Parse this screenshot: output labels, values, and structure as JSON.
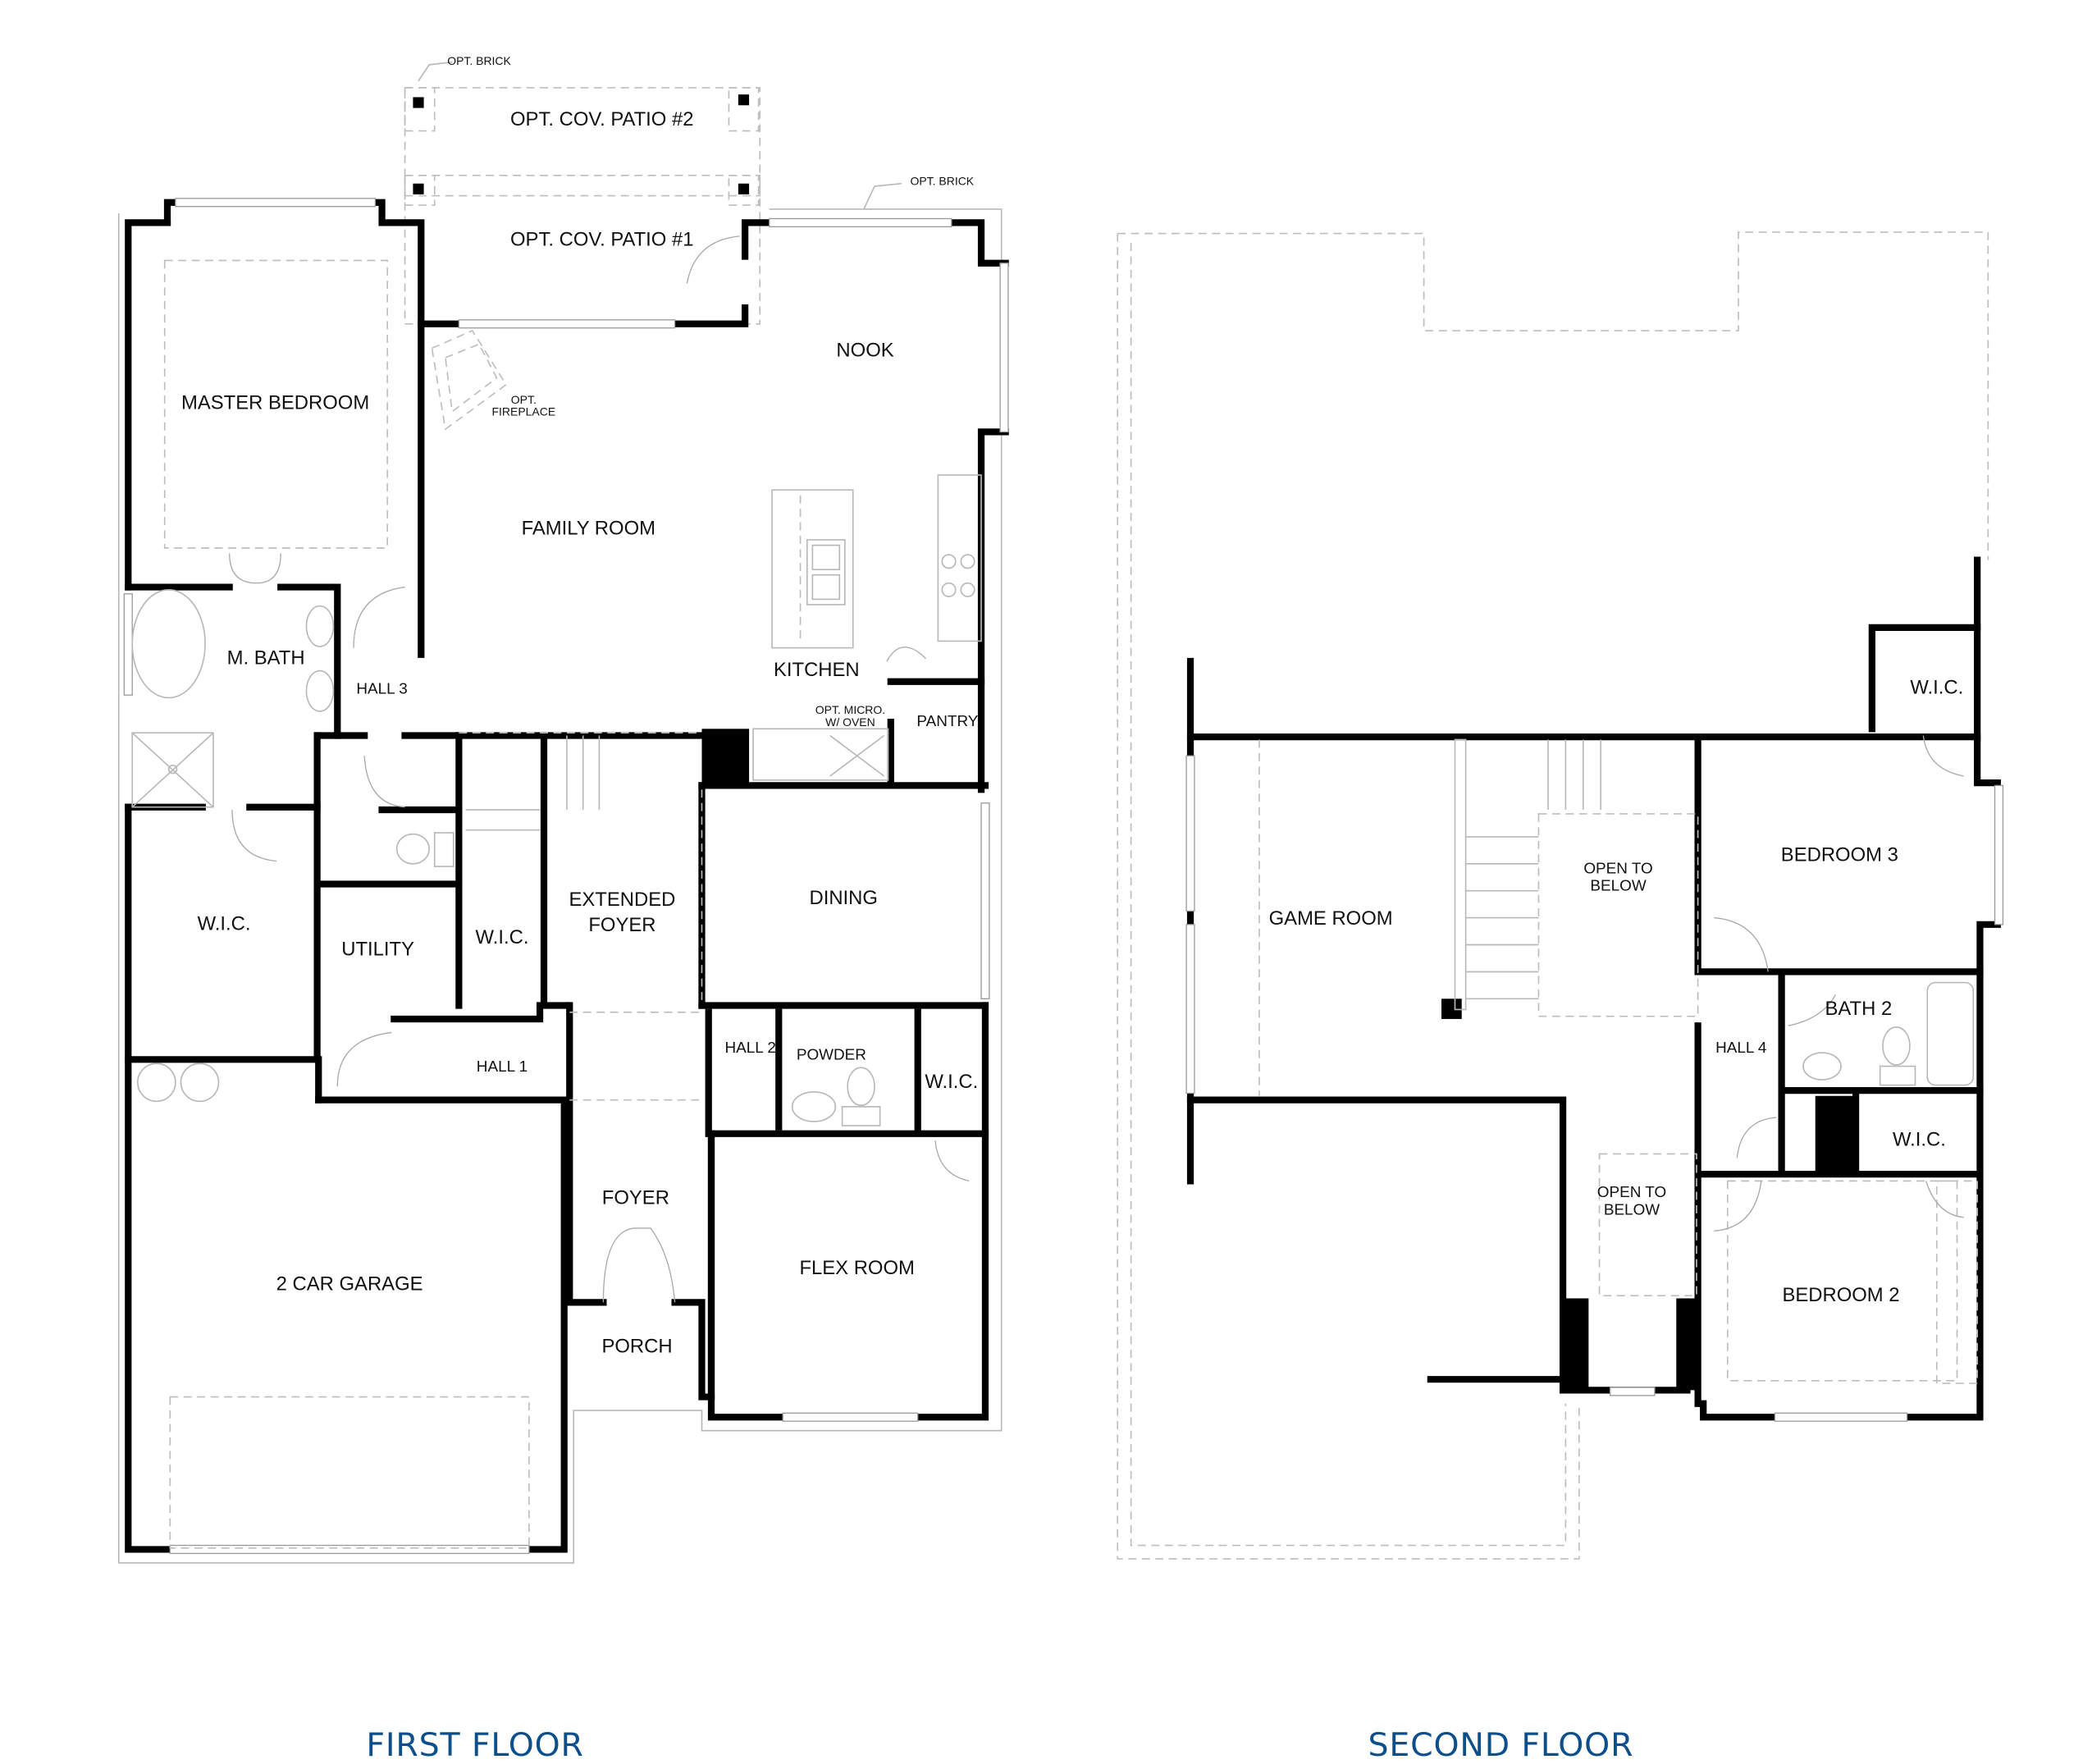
{
  "first_floor": {
    "title": "FIRST FLOOR",
    "rooms": {
      "opt_cov_patio_2": "OPT. COV. PATIO #2",
      "opt_cov_patio_1": "OPT. COV. PATIO #1",
      "opt_brick_left": "OPT. BRICK",
      "opt_brick_right": "OPT. BRICK",
      "master_bedroom": "MASTER BEDROOM",
      "opt_fireplace_1": "OPT.",
      "opt_fireplace_2": "FIREPLACE",
      "family_room": "FAMILY ROOM",
      "nook": "NOOK",
      "kitchen": "KITCHEN",
      "opt_micro_1": "OPT. MICRO.",
      "opt_micro_2": "W/ OVEN",
      "pantry": "PANTRY",
      "m_bath": "M. BATH",
      "hall_3": "HALL 3",
      "wic_master": "W.I.C.",
      "utility": "UTILITY",
      "wic_stair": "W.I.C.",
      "extended_foyer_1": "EXTENDED",
      "extended_foyer_2": "FOYER",
      "dining": "DINING",
      "hall_1": "HALL 1",
      "hall_2": "HALL 2",
      "powder": "POWDER",
      "wic_flex": "W.I.C.",
      "foyer": "FOYER",
      "two_car_garage": "2 CAR GARAGE",
      "flex_room": "FLEX ROOM",
      "porch": "PORCH"
    }
  },
  "second_floor": {
    "title": "SECOND FLOOR",
    "rooms": {
      "game_room": "GAME ROOM",
      "open_to_below_upper_1": "OPEN TO",
      "open_to_below_upper_2": "BELOW",
      "open_to_below_lower_1": "OPEN TO",
      "open_to_below_lower_2": "BELOW",
      "wic_bed3": "W.I.C.",
      "bedroom_3": "BEDROOM 3",
      "bath_2": "BATH 2",
      "hall_4": "HALL 4",
      "wic_bed2": "W.I.C.",
      "bedroom_2": "BEDROOM 2"
    }
  },
  "colors": {
    "title": "#0d4f8b",
    "walls": "#000000",
    "fixtures": "#b8b8b8"
  }
}
